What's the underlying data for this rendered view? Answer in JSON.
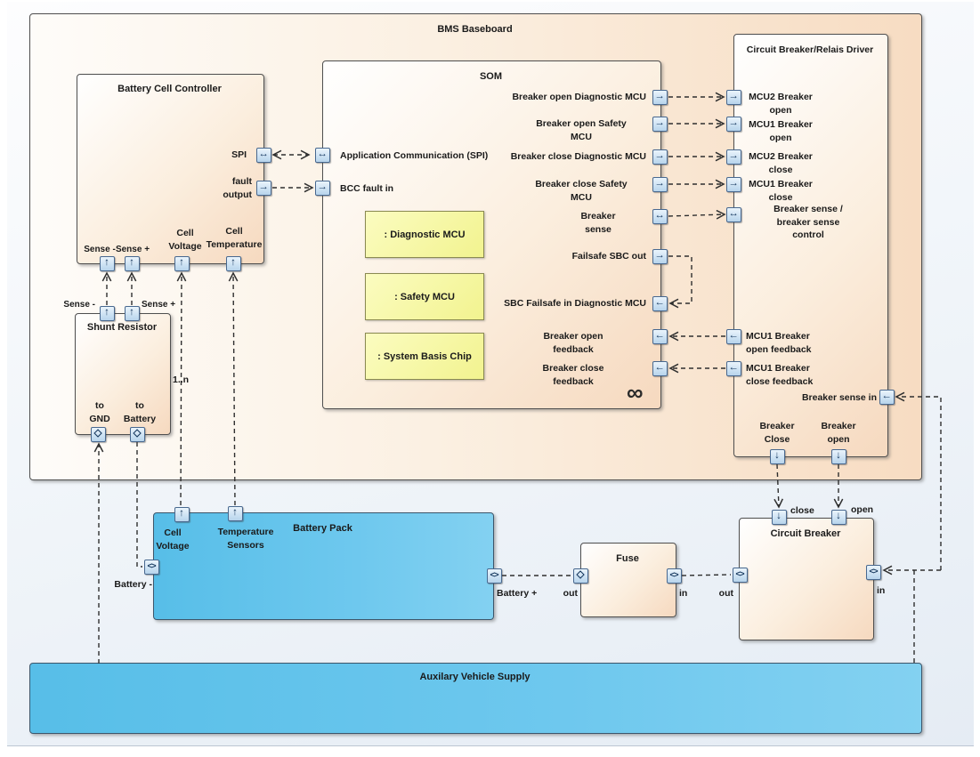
{
  "bms": {
    "title": "BMS Baseboard"
  },
  "bcc": {
    "title": "Battery Cell Controller",
    "spi": "SPI",
    "fault_output": "fault\noutput",
    "sense_minus": "Sense -",
    "sense_plus": "Sense +",
    "cell_voltage": "Cell\nVoltage",
    "cell_temperature": "Cell\nTemperature"
  },
  "som": {
    "title": "SOM",
    "app_comm": "Application Communication (SPI)",
    "bcc_fault_in": "BCC fault in",
    "parts": {
      "diag": ": Diagnostic MCU",
      "safety": ": Safety MCU",
      "sbc": ": System Basis Chip"
    },
    "breaker_open_diag": "Breaker open Diagnostic MCU",
    "breaker_open_safety": "Breaker open Safety\nMCU",
    "breaker_close_diag": "Breaker close Diagnostic MCU",
    "breaker_close_safety": "Breaker close Safety\nMCU",
    "breaker_sense": "Breaker\nsense",
    "failsafe_sbc_out": "Failsafe SBC out",
    "sbc_failsafe_in": "SBC Failsafe in Diagnostic MCU",
    "breaker_open_feedback": "Breaker open\nfeedback",
    "breaker_close_feedback": "Breaker close\nfeedback"
  },
  "driver": {
    "title": "Circuit Breaker/Relais Driver",
    "mcu2_open": "MCU2 Breaker\nopen",
    "mcu1_open": "MCU1 Breaker\nopen",
    "mcu2_close": "MCU2 Breaker\nclose",
    "mcu1_close": "MCU1 Breaker\nclose",
    "sense_ctrl": "Breaker sense /\nbreaker sense\ncontrol",
    "mcu1_open_fb": "MCU1 Breaker\nopen feedback",
    "mcu1_close_fb": "MCU1 Breaker\nclose feedback",
    "sense_in": "Breaker sense in",
    "breaker_close": "Breaker\nClose",
    "breaker_open": "Breaker\nopen"
  },
  "shunt": {
    "title": "Shunt Resistor",
    "sense_minus": "Sense -",
    "sense_plus": "Sense +",
    "to_gnd": "to\nGND",
    "to_battery": "to\nBattery"
  },
  "battery_pack": {
    "title": "Battery Pack",
    "cell_voltage": "Cell\nVoltage",
    "temp_sensors": "Temperature\nSensors",
    "battery_minus": "Battery -",
    "battery_plus": "Battery +"
  },
  "fuse": {
    "title": "Fuse",
    "out": "out",
    "in": "in"
  },
  "circuit_breaker": {
    "title": "Circuit Breaker",
    "close": "close",
    "open": "open",
    "out": "out",
    "in": "in"
  },
  "aux": {
    "title": "Auxilary Vehicle Supply"
  },
  "multiplicity": "1..n",
  "glyphs": {
    "up": "↑",
    "down": "↓",
    "left": "←",
    "right": "→",
    "lr": "↔",
    "inout": "<>",
    "diamond": "◇",
    "infinity": "∞"
  },
  "colors": {
    "baseboard_peach": "#f7dcc2",
    "block_blue": "#57bee8",
    "part_yellow": "#f2f38f",
    "port_blue": "#b7d4ec",
    "connector": "#2f2f2f"
  }
}
